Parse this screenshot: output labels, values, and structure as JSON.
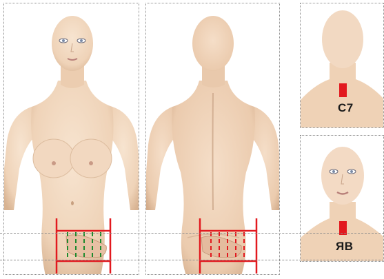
{
  "labels": {
    "c7": "C7",
    "jugular": "ЯВ"
  },
  "colors": {
    "skin": "#f4dcc6",
    "skin_shadow": "#d9b595",
    "marker_red": "#e2191f",
    "marker_green": "#1e8a2e",
    "border": "#8a8a8a"
  },
  "views": [
    "front",
    "back",
    "neck-back",
    "face-front"
  ]
}
